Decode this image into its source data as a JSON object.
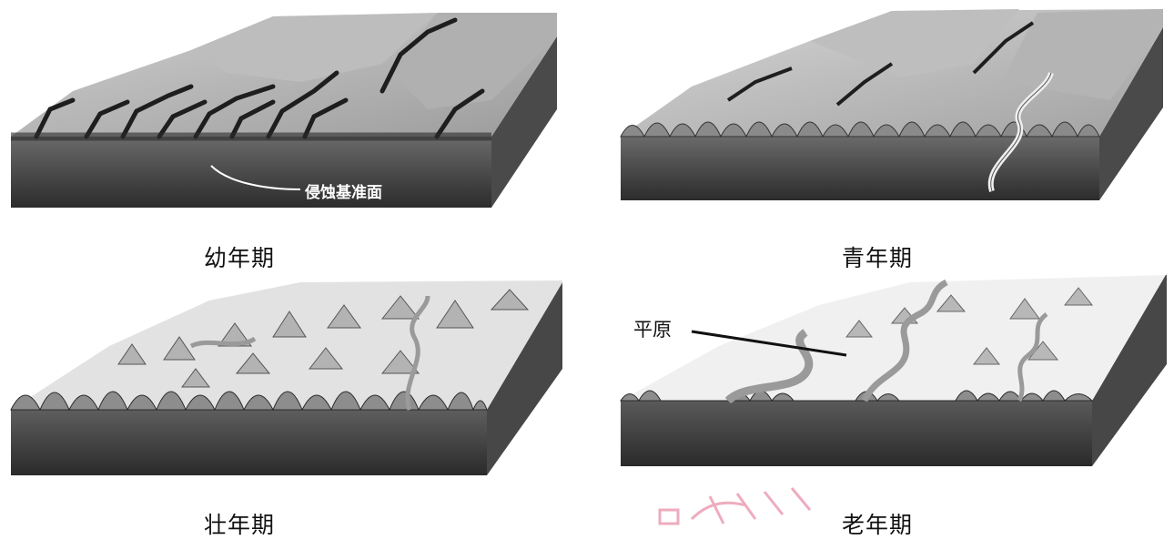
{
  "panels": [
    {
      "caption": "幼年期",
      "callout": "侵蚀基准面"
    },
    {
      "caption": "青年期"
    },
    {
      "caption": "壮年期"
    },
    {
      "caption": "老年期",
      "callout": "平原"
    }
  ],
  "colors": {
    "rock_dark": "#3a3a3a",
    "rock_mid": "#6e6e6e",
    "surface": "#d9d9d9",
    "plain": "#efefef",
    "water": "#9a9a9a",
    "watermark": "#e06a8a"
  }
}
